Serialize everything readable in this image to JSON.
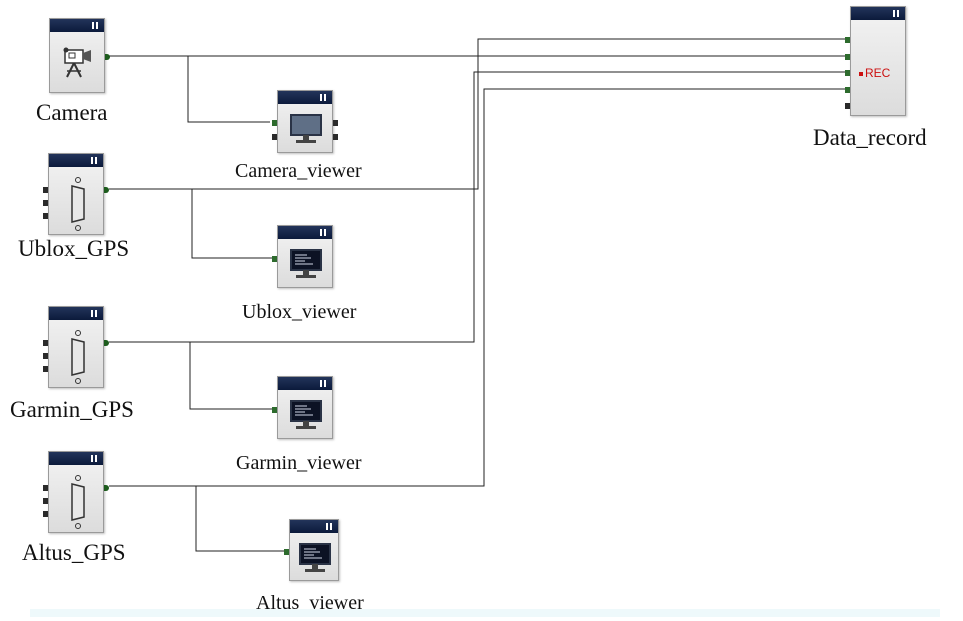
{
  "diagram": {
    "blocks": {
      "camera": {
        "label": "Camera"
      },
      "camera_viewer": {
        "label": "Camera_viewer"
      },
      "ublox_gps": {
        "label": "Ublox_GPS"
      },
      "ublox_viewer": {
        "label": "Ublox_viewer"
      },
      "garmin_gps": {
        "label": "Garmin_GPS"
      },
      "garmin_viewer": {
        "label": "Garmin_viewer"
      },
      "altus_gps": {
        "label": "Altus_GPS"
      },
      "altus_viewer": {
        "label": "Altus_viewer"
      },
      "data_record": {
        "label": "Data_record",
        "badge": "REC"
      }
    },
    "connections": [
      {
        "from": "camera",
        "to": "camera_viewer"
      },
      {
        "from": "camera",
        "to": "data_record"
      },
      {
        "from": "ublox_gps",
        "to": "ublox_viewer"
      },
      {
        "from": "ublox_gps",
        "to": "data_record"
      },
      {
        "from": "garmin_gps",
        "to": "garmin_viewer"
      },
      {
        "from": "garmin_gps",
        "to": "data_record"
      },
      {
        "from": "altus_gps",
        "to": "altus_viewer"
      },
      {
        "from": "altus_gps",
        "to": "data_record"
      }
    ],
    "colors": {
      "title_bar": "#0b1a3b",
      "wire": "#222222",
      "rec": "#cc1111",
      "port_out": "#1d5c1d"
    }
  }
}
